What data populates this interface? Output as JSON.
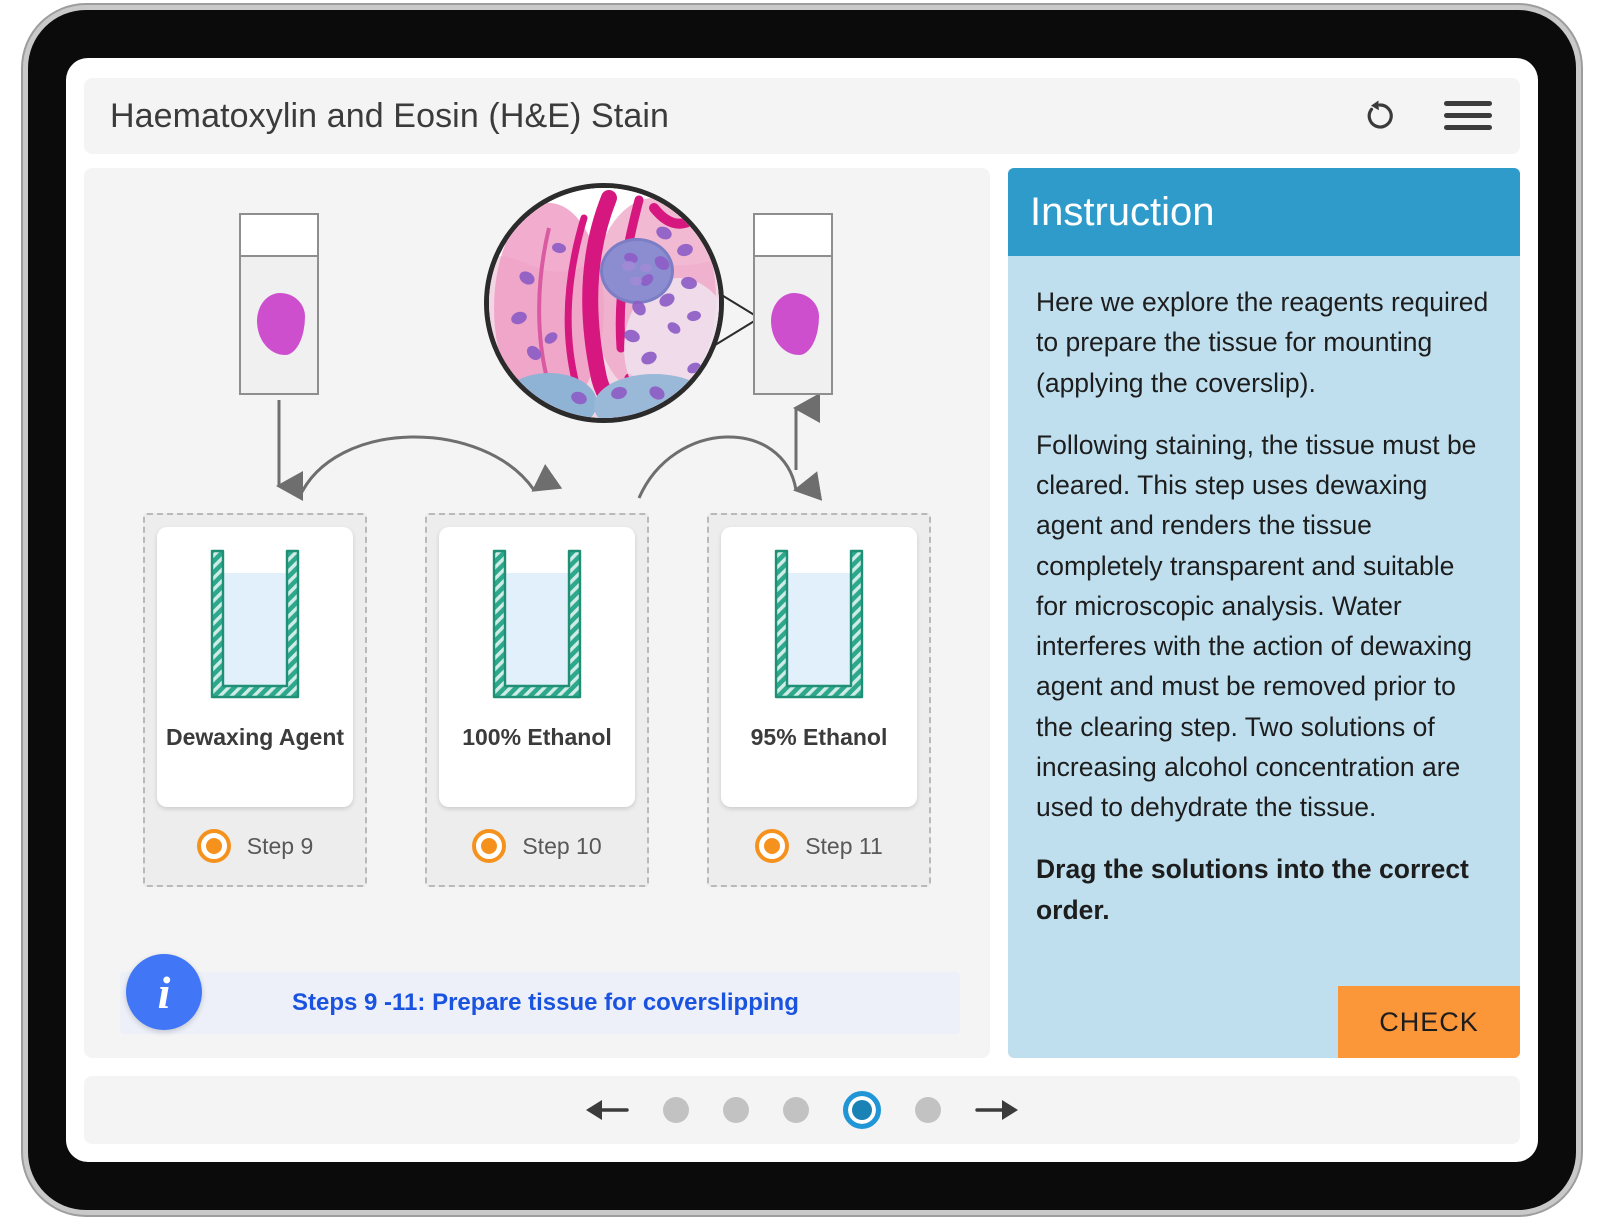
{
  "header": {
    "title": "Haematoxylin and Eosin (H&E) Stain",
    "reset_icon": "reset-arrow-icon",
    "menu_icon": "hamburger-menu-icon"
  },
  "workspace": {
    "diagram": {
      "slide_left_name": "tissue-slide-before",
      "slide_right_name": "tissue-slide-after",
      "micrograph_name": "histology-micrograph"
    },
    "zones": [
      {
        "label": "Dewaxing Agent",
        "step": "Step 9",
        "selected": true
      },
      {
        "label": "100% Ethanol",
        "step": "Step 10",
        "selected": true
      },
      {
        "label": "95% Ethanol",
        "step": "Step 11",
        "selected": true
      }
    ],
    "info_banner": {
      "icon": "info-icon",
      "text": "Steps 9 -11: Prepare tissue for coverslipping"
    }
  },
  "instruction": {
    "title": "Instruction",
    "paragraphs": [
      "Here we explore the reagents required to prepare the tissue for mounting (applying the coverslip).",
      "Following staining, the tissue must be cleared. This step uses dewaxing agent and renders the tissue completely transparent and suitable for microscopic analysis. Water interferes with the action of dewaxing agent and must be removed prior to the clearing step. Two solutions of increasing alcohol concentration are used to dehydrate the tissue."
    ],
    "bold_instruction": "Drag the solutions into the correct order.",
    "check_label": "CHECK"
  },
  "bottom_nav": {
    "prev_icon": "arrow-left-icon",
    "next_icon": "arrow-right-icon",
    "total_dots": 5,
    "active_index": 4
  },
  "colors": {
    "accent_blue": "#2e9bcb",
    "panel_blue": "#bfdfef",
    "orange": "#fb9639",
    "radio_orange": "#f5921e",
    "beaker_teal": "#2ea88c",
    "liquid_blue": "#e1f0fa",
    "info_blue": "#1a53e0",
    "tissue_magenta": "#cd4fcd"
  }
}
